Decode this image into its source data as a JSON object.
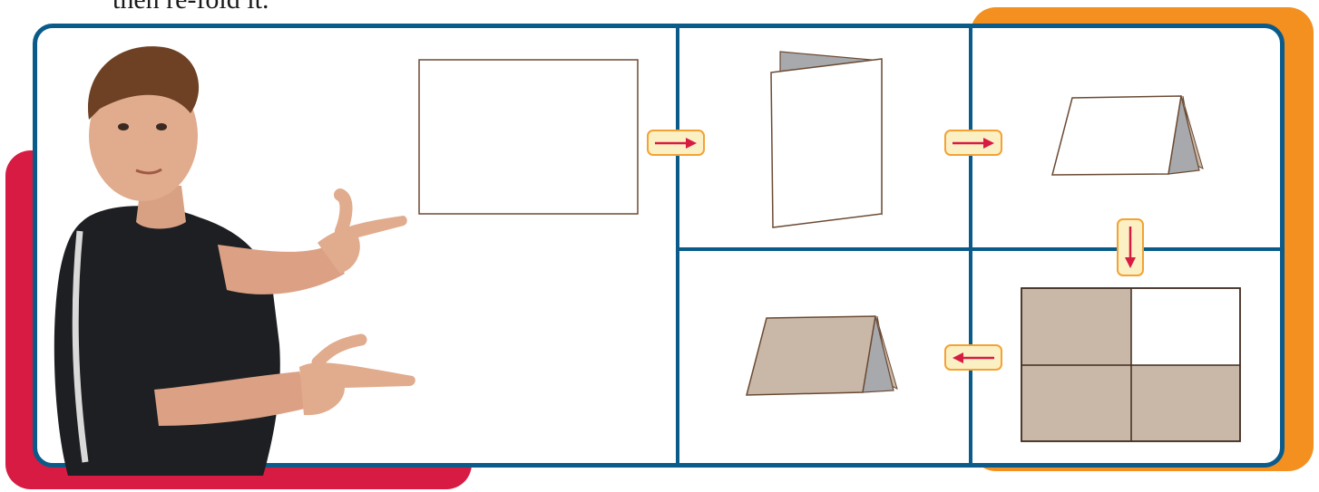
{
  "caption": {
    "text": "then re-fold it."
  },
  "colors": {
    "border_blue": "#0b5b8a",
    "tab_orange": "#f3901f",
    "tab_red": "#d81b43",
    "arrow_red": "#d81b43",
    "arrow_bg": "#fbf0c4",
    "paper_tan": "#c9b8a8",
    "paper_outline": "#6b4a33",
    "fold_gray": "#a7a9ac"
  },
  "steps": [
    {
      "step": 1,
      "depicts": "flat sheet of paper",
      "shading": "none"
    },
    {
      "step": 2,
      "depicts": "paper folded in half (book fold)",
      "shading": "none"
    },
    {
      "step": 3,
      "depicts": "folded paper standing as a tent",
      "shading": "none"
    },
    {
      "step": 4,
      "depicts": "paper unfolded, divided into quarters",
      "shaded_quarters": [
        "top-left",
        "bottom-left",
        "bottom-right"
      ]
    },
    {
      "step": 5,
      "depicts": "re-folded paper tent",
      "shading": "tan"
    }
  ],
  "arrows": [
    {
      "from": 1,
      "to": 2,
      "direction": "right"
    },
    {
      "from": 2,
      "to": 3,
      "direction": "right"
    },
    {
      "from": 3,
      "to": 4,
      "direction": "down"
    },
    {
      "from": 4,
      "to": 5,
      "direction": "left"
    }
  ],
  "photo": {
    "subject": "boy pointing at the first step"
  }
}
